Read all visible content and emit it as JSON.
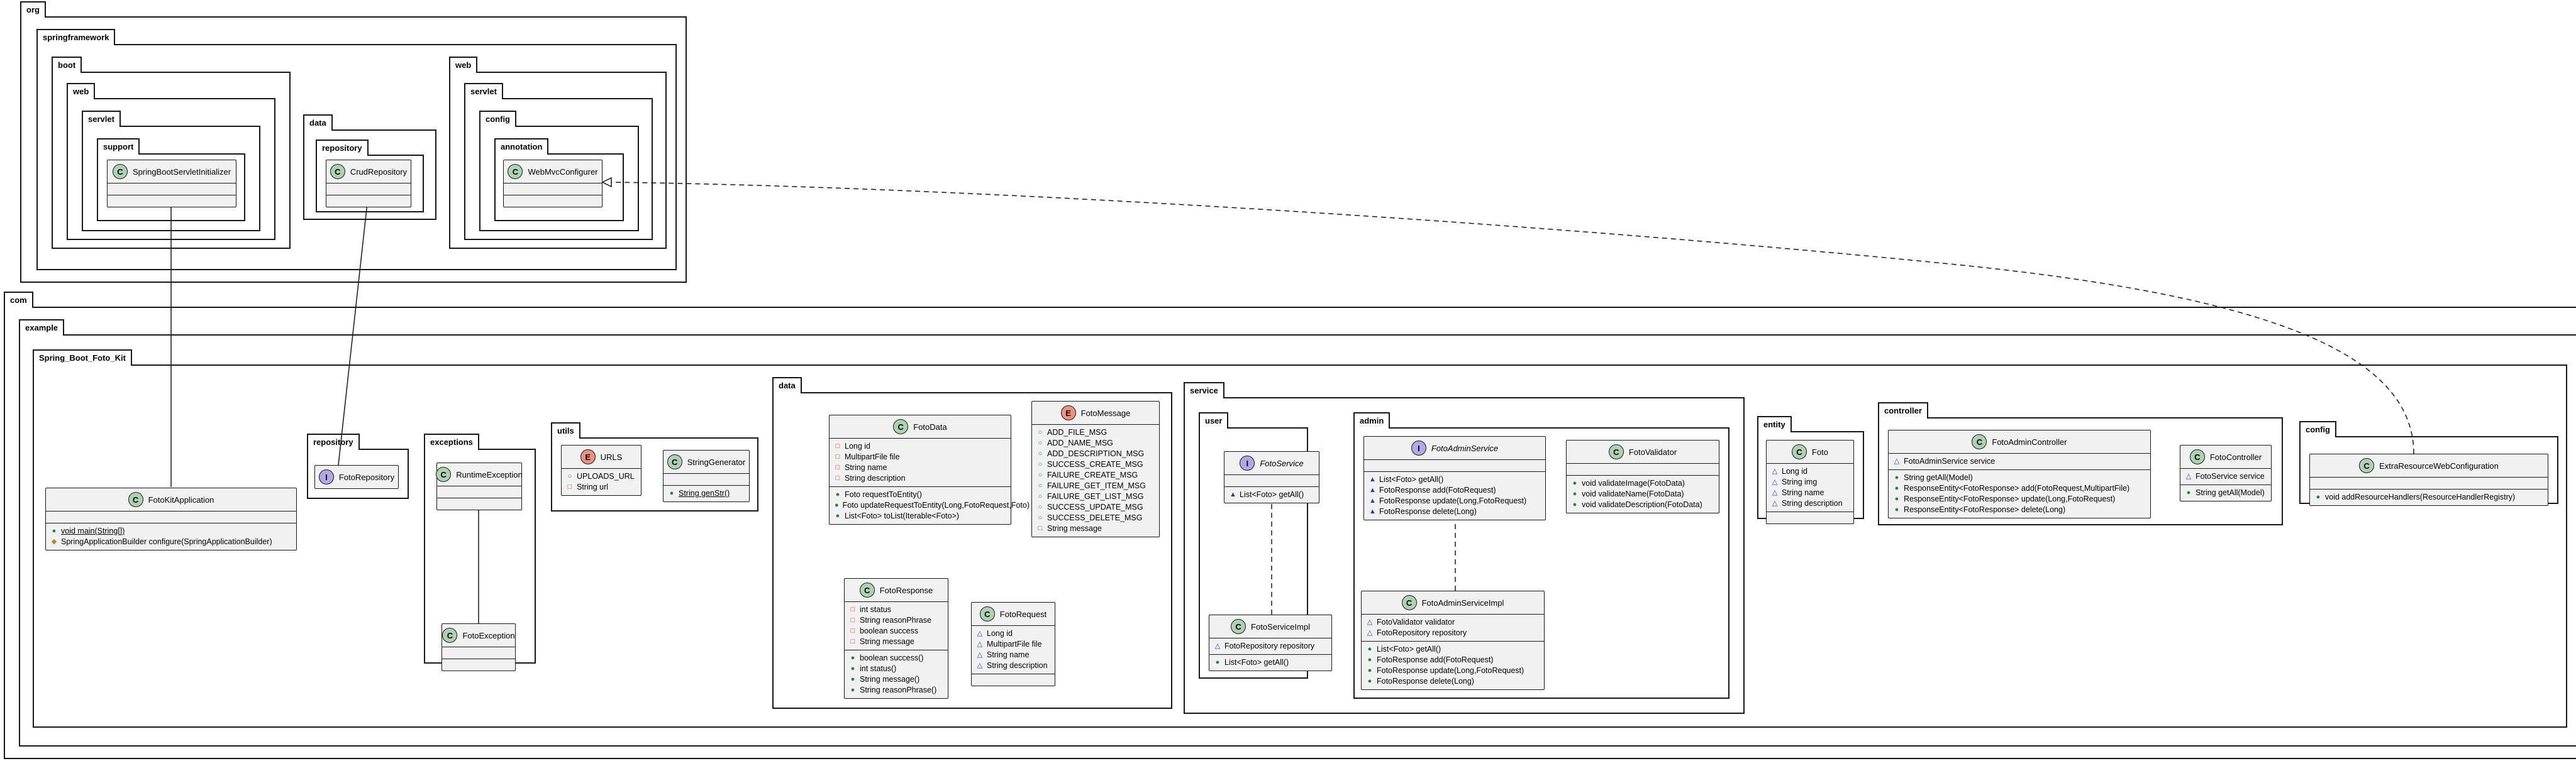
{
  "packages": {
    "org": "org",
    "springframework": "springframework",
    "boot": "boot",
    "boot_web": "web",
    "boot_servlet": "servlet",
    "support": "support",
    "data": "data",
    "repository": "repository",
    "web": "web",
    "web_servlet": "servlet",
    "config": "config",
    "annotation": "annotation",
    "com": "com",
    "example": "example",
    "app": "Spring_Boot_Foto_Kit",
    "app_repository": "repository",
    "exceptions": "exceptions",
    "utils": "utils",
    "app_data": "data",
    "service": "service",
    "user": "user",
    "admin": "admin",
    "entity": "entity",
    "controller": "controller",
    "app_config": "config"
  },
  "classes": {
    "SpringBootServletInitializer": {
      "name": "SpringBootServletInitializer",
      "kind": "C"
    },
    "CrudRepository": {
      "name": "CrudRepository",
      "kind": "C"
    },
    "WebMvcConfigurer": {
      "name": "WebMvcConfigurer",
      "kind": "C"
    },
    "FotoKitApplication": {
      "name": "FotoKitApplication",
      "kind": "C",
      "methods": [
        {
          "vis": "+",
          "text": "void main(String[])",
          "static": true
        },
        {
          "vis": "#",
          "text": "SpringApplicationBuilder configure(SpringApplicationBuilder)"
        }
      ]
    },
    "FotoRepository": {
      "name": "FotoRepository",
      "kind": "I"
    },
    "RuntimeException": {
      "name": "RuntimeException",
      "kind": "C"
    },
    "FotoException": {
      "name": "FotoException",
      "kind": "C"
    },
    "URLS": {
      "name": "URLS",
      "kind": "E",
      "fields": [
        {
          "vis": "+",
          "text": "UPLOADS_URL"
        },
        {
          "vis": "-",
          "text": "String url"
        }
      ]
    },
    "StringGenerator": {
      "name": "StringGenerator",
      "kind": "C",
      "methods": [
        {
          "vis": "+",
          "text": "String genStr()",
          "static": true
        }
      ]
    },
    "FotoData": {
      "name": "FotoData",
      "kind": "C",
      "fields": [
        {
          "vis": "-",
          "text": "Long id"
        },
        {
          "vis": "-",
          "text": "MultipartFile file"
        },
        {
          "vis": "-",
          "text": "String name"
        },
        {
          "vis": "-",
          "text": "String description"
        }
      ],
      "methods": [
        {
          "vis": "+",
          "text": "Foto requestToEntity()"
        },
        {
          "vis": "+",
          "text": "Foto updateRequestToEntity(Long,FotoRequest,Foto)"
        },
        {
          "vis": "+",
          "text": "List<Foto> toList(Iterable<Foto>)"
        }
      ]
    },
    "FotoMessage": {
      "name": "FotoMessage",
      "kind": "E",
      "fields": [
        {
          "vis": "+",
          "text": "ADD_FILE_MSG"
        },
        {
          "vis": "+",
          "text": "ADD_NAME_MSG"
        },
        {
          "vis": "+",
          "text": "ADD_DESCRIPTION_MSG"
        },
        {
          "vis": "+",
          "text": "SUCCESS_CREATE_MSG"
        },
        {
          "vis": "+",
          "text": "FAILURE_CREATE_MSG"
        },
        {
          "vis": "+",
          "text": "FAILURE_GET_ITEM_MSG"
        },
        {
          "vis": "+",
          "text": "FAILURE_GET_LIST_MSG"
        },
        {
          "vis": "+",
          "text": "SUCCESS_UPDATE_MSG"
        },
        {
          "vis": "+",
          "text": "SUCCESS_DELETE_MSG"
        },
        {
          "vis": "-",
          "text": "String message"
        }
      ]
    },
    "FotoResponse": {
      "name": "FotoResponse",
      "kind": "C",
      "fields": [
        {
          "vis": "-",
          "text": "int status"
        },
        {
          "vis": "-",
          "text": "String reasonPhrase"
        },
        {
          "vis": "-",
          "text": "boolean success"
        },
        {
          "vis": "-",
          "text": "String message"
        }
      ],
      "methods": [
        {
          "vis": "+",
          "text": "boolean success()"
        },
        {
          "vis": "+",
          "text": "int status()"
        },
        {
          "vis": "+",
          "text": "String message()"
        },
        {
          "vis": "+",
          "text": "String reasonPhrase()"
        }
      ]
    },
    "FotoRequest": {
      "name": "FotoRequest",
      "kind": "C",
      "fields": [
        {
          "vis": "~",
          "text": "Long id"
        },
        {
          "vis": "~",
          "text": "MultipartFile file"
        },
        {
          "vis": "~",
          "text": "String name"
        },
        {
          "vis": "~",
          "text": "String description"
        }
      ]
    },
    "FotoService": {
      "name": "FotoService",
      "kind": "I",
      "italic": true,
      "methods": [
        {
          "vis": "~",
          "text": "List<Foto> getAll()"
        }
      ]
    },
    "FotoServiceImpl": {
      "name": "FotoServiceImpl",
      "kind": "C",
      "fields": [
        {
          "vis": "~",
          "text": "FotoRepository repository"
        }
      ],
      "methods": [
        {
          "vis": "+",
          "text": "List<Foto> getAll()"
        }
      ]
    },
    "FotoAdminService": {
      "name": "FotoAdminService",
      "kind": "I",
      "italic": true,
      "methods": [
        {
          "vis": "~",
          "text": "List<Foto> getAll()"
        },
        {
          "vis": "~",
          "text": "FotoResponse add(FotoRequest)"
        },
        {
          "vis": "~",
          "text": "FotoResponse update(Long,FotoRequest)"
        },
        {
          "vis": "~",
          "text": "FotoResponse delete(Long)"
        }
      ]
    },
    "FotoValidator": {
      "name": "FotoValidator",
      "kind": "C",
      "methods": [
        {
          "vis": "+",
          "text": "void validateImage(FotoData)"
        },
        {
          "vis": "+",
          "text": "void validateName(FotoData)"
        },
        {
          "vis": "+",
          "text": "void validateDescription(FotoData)"
        }
      ]
    },
    "FotoAdminServiceImpl": {
      "name": "FotoAdminServiceImpl",
      "kind": "C",
      "fields": [
        {
          "vis": "~",
          "text": "FotoValidator validator"
        },
        {
          "vis": "~",
          "text": "FotoRepository repository"
        }
      ],
      "methods": [
        {
          "vis": "+",
          "text": "List<Foto> getAll()"
        },
        {
          "vis": "+",
          "text": "FotoResponse add(FotoRequest)"
        },
        {
          "vis": "+",
          "text": "FotoResponse update(Long,FotoRequest)"
        },
        {
          "vis": "+",
          "text": "FotoResponse delete(Long)"
        }
      ]
    },
    "Foto": {
      "name": "Foto",
      "kind": "C",
      "fields": [
        {
          "vis": "~",
          "text": "Long id"
        },
        {
          "vis": "~",
          "text": "String img"
        },
        {
          "vis": "~",
          "text": "String name"
        },
        {
          "vis": "~",
          "text": "String description"
        }
      ]
    },
    "FotoAdminController": {
      "name": "FotoAdminController",
      "kind": "C",
      "fields": [
        {
          "vis": "~",
          "text": "FotoAdminService service"
        }
      ],
      "methods": [
        {
          "vis": "+",
          "text": "String getAll(Model)"
        },
        {
          "vis": "+",
          "text": "ResponseEntity<FotoResponse> add(FotoRequest,MultipartFile)"
        },
        {
          "vis": "+",
          "text": "ResponseEntity<FotoResponse> update(Long,FotoRequest)"
        },
        {
          "vis": "+",
          "text": "ResponseEntity<FotoResponse> delete(Long)"
        }
      ]
    },
    "FotoController": {
      "name": "FotoController",
      "kind": "C",
      "fields": [
        {
          "vis": "~",
          "text": "FotoService service"
        }
      ],
      "methods": [
        {
          "vis": "+",
          "text": "String getAll(Model)"
        }
      ]
    },
    "ExtraResourceWebConfiguration": {
      "name": "ExtraResourceWebConfiguration",
      "kind": "C",
      "methods": [
        {
          "vis": "+",
          "text": "void addResourceHandlers(ResourceHandlerRegistry)"
        }
      ]
    }
  },
  "colors": {
    "class_fill": "#f1f1f1",
    "class_icon": "#add1b2",
    "interface_icon": "#b4a7e5",
    "enum_icon": "#eb937f",
    "private": "#c82930",
    "public": "#1a8c2e",
    "package_private": "#1a3cb4",
    "protected": "#b38a0e"
  }
}
